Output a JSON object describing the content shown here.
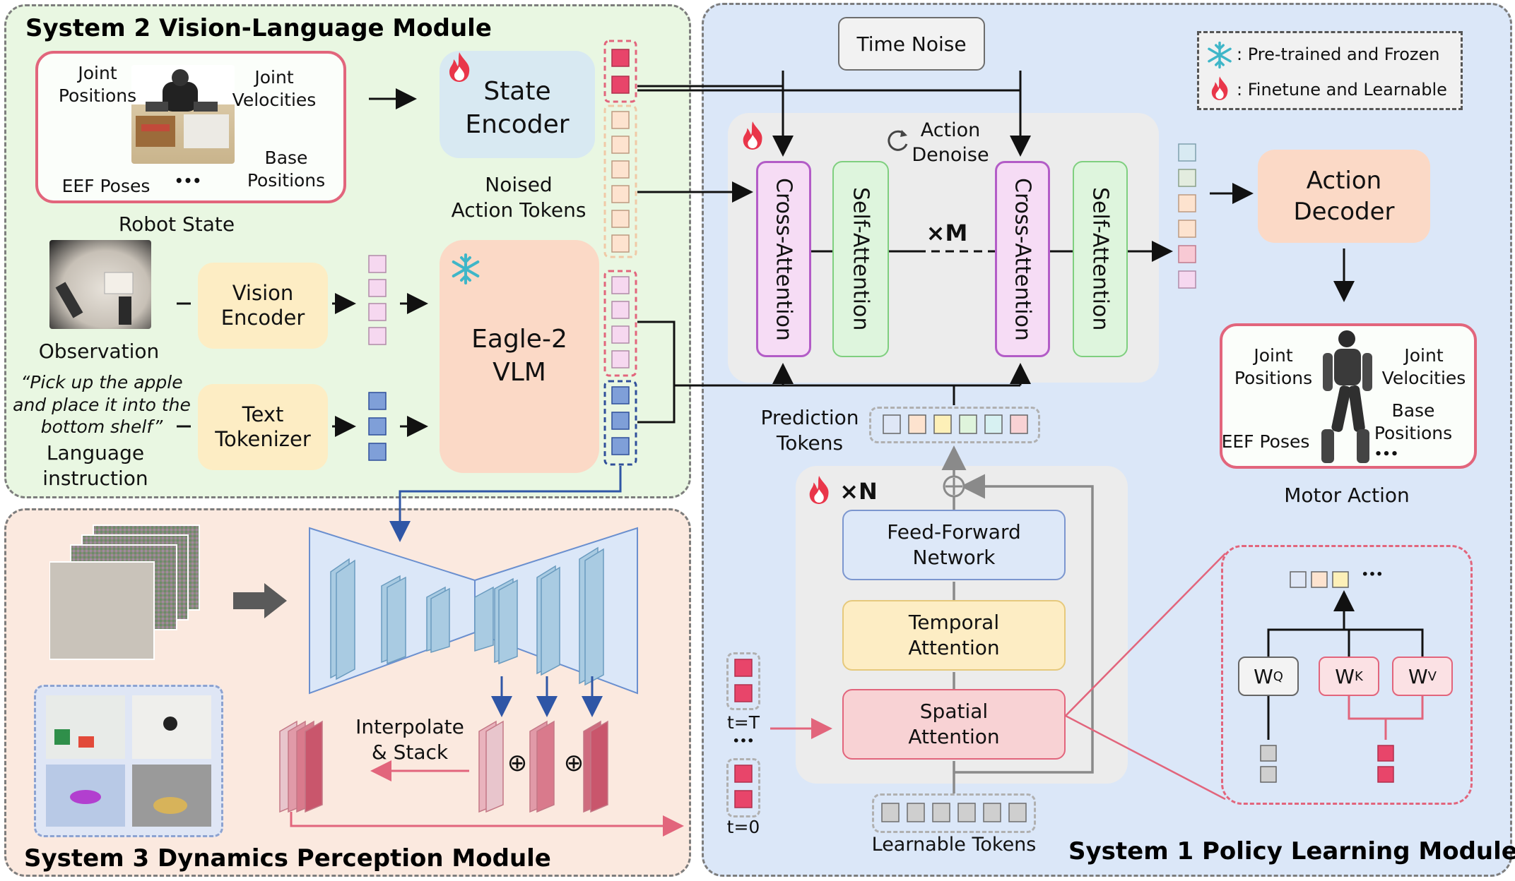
{
  "modules": {
    "system2_title": "System 2 Vision-Language Module",
    "system3_title": "System 3 Dynamics Perception Module",
    "system1_title": "System 1 Policy Learning Module"
  },
  "robot_state": {
    "caption": "Robot State",
    "joint_positions": "Joint\nPositions",
    "joint_velocities": "Joint\nVelocities",
    "base_positions": "Base\nPositions",
    "eef_poses": "EEF Poses",
    "ellipsis": "•••"
  },
  "state_encoder": "State\nEncoder",
  "noised_action_tokens": "Noised\nAction Tokens",
  "observation": {
    "caption": "Observation"
  },
  "vision_encoder": "Vision\nEncoder",
  "eagle_vlm": "Eagle-2\nVLM",
  "language": {
    "quote": "“Pick up the apple\nand place it into the\nbottom shelf”",
    "caption": "Language\ninstruction"
  },
  "text_tokenizer": "Text\nTokenizer",
  "dynamics": {
    "interpolate_stack": "Interpolate\n& Stack",
    "unet_ellipsis": "•••",
    "oplus": "⊕"
  },
  "policy": {
    "time_noise": "Time Noise",
    "action_denoise": "Action\nDenoise",
    "cross_attention": "Cross-Attention",
    "self_attention": "Self-Attention",
    "repeat_m": "×M",
    "prediction_tokens": "Prediction\nTokens",
    "repeat_n": "×N",
    "ffn": "Feed-Forward\nNetwork",
    "temporal_attention": "Temporal\nAttention",
    "spatial_attention": "Spatial\nAttention",
    "learnable_tokens": "Learnable Tokens",
    "t_top": "t=T",
    "t_bottom": "t=0",
    "t_dots": "•••",
    "action_decoder": "Action\nDecoder",
    "motor_action": {
      "caption": "Motor Action",
      "joint_positions": "Joint\nPositions",
      "joint_velocities": "Joint\nVelocities",
      "base_positions": "Base\nPositions",
      "eef_poses": "EEF Poses",
      "ellipsis": "•••"
    }
  },
  "legend": {
    "frozen": ": Pre-trained and Frozen",
    "finetune": ": Finetune and Learnable"
  },
  "attention_detail": {
    "wq_base": "W",
    "wq_sup": "Q",
    "wk_base": "W",
    "wk_sup": "K",
    "wv_base": "W",
    "wv_sup": "V",
    "ellipsis": "•••"
  },
  "icons": {
    "finetune": "flame-icon",
    "frozen": "snowflake-icon",
    "loop": "refresh-icon"
  },
  "colors": {
    "system2_bg": "#e9f7e2",
    "system3_bg": "#fbe9df",
    "system1_bg": "#dbe7f8",
    "encoder_blue": "#d8e9f2",
    "vlm_peach": "#fbd9c6",
    "yellow_box": "#fdedc4",
    "cross_attn": "#f6dcf5",
    "self_attn": "#def5dd",
    "ffn": "#dde8f8",
    "spatial": "#f8d2d4",
    "token_red": "#e8456a",
    "token_blue": "#7f9fd8",
    "token_pink": "#f6d8f0"
  }
}
